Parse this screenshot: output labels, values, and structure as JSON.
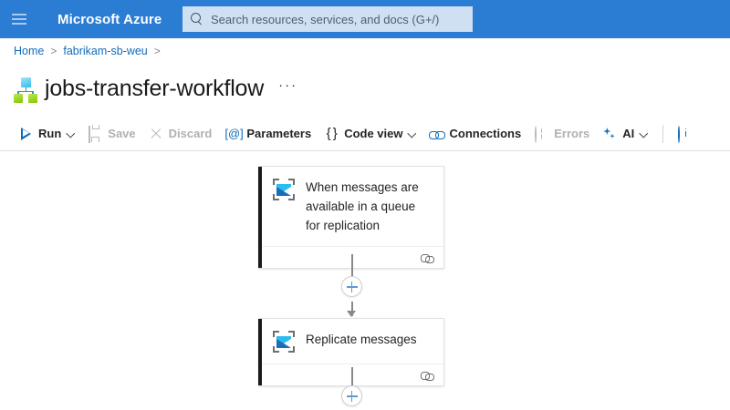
{
  "header": {
    "menu_icon": "hamburger-icon",
    "brand": "Microsoft Azure",
    "search": {
      "icon": "search-icon",
      "placeholder": "Search resources, services, and docs (G+/)",
      "value": ""
    }
  },
  "breadcrumb": {
    "items": [
      "Home",
      "fabrikam-sb-weu"
    ],
    "separator": ">"
  },
  "page": {
    "icon": "logic-app-icon",
    "title": "jobs-transfer-workflow",
    "more_label": "···"
  },
  "toolbar": {
    "items": [
      {
        "label": "Run",
        "icon": "play-icon",
        "caret": true,
        "disabled": false
      },
      {
        "label": "Save",
        "icon": "save-icon",
        "caret": false,
        "disabled": true
      },
      {
        "label": "Discard",
        "icon": "discard-x-icon",
        "caret": false,
        "disabled": true
      },
      {
        "label": "Parameters",
        "icon": "at-bracket-icon",
        "caret": false,
        "disabled": false
      },
      {
        "label": "Code view",
        "icon": "curly-braces-icon",
        "caret": true,
        "disabled": false
      },
      {
        "label": "Connections",
        "icon": "link-icon",
        "caret": false,
        "disabled": false
      },
      {
        "label": "Errors",
        "icon": "alert-circle-icon",
        "caret": false,
        "disabled": true
      },
      {
        "label": "AI",
        "icon": "sparkle-icon",
        "caret": true,
        "disabled": false
      }
    ],
    "info_icon": "info-circle-icon"
  },
  "designer": {
    "nodes": [
      {
        "id": "trigger",
        "title": "When messages are available in a queue for replication",
        "icon": "service-bus-icon",
        "footer_icon": "chain-link-icon"
      },
      {
        "id": "action",
        "title": "Replicate messages",
        "icon": "service-bus-icon",
        "footer_icon": "chain-link-icon"
      }
    ],
    "add_buttons": [
      {
        "id": "add-between",
        "icon": "plus-icon"
      },
      {
        "id": "add-end",
        "icon": "plus-icon"
      }
    ]
  },
  "colors": {
    "azure_blue": "#2b7cd3",
    "link_blue": "#0f6cbd",
    "search_bg": "#cfe0f3",
    "node_accent": "#1a1a1a",
    "plus_blue": "#5b9bd5",
    "connector_gray": "#8a8886"
  }
}
